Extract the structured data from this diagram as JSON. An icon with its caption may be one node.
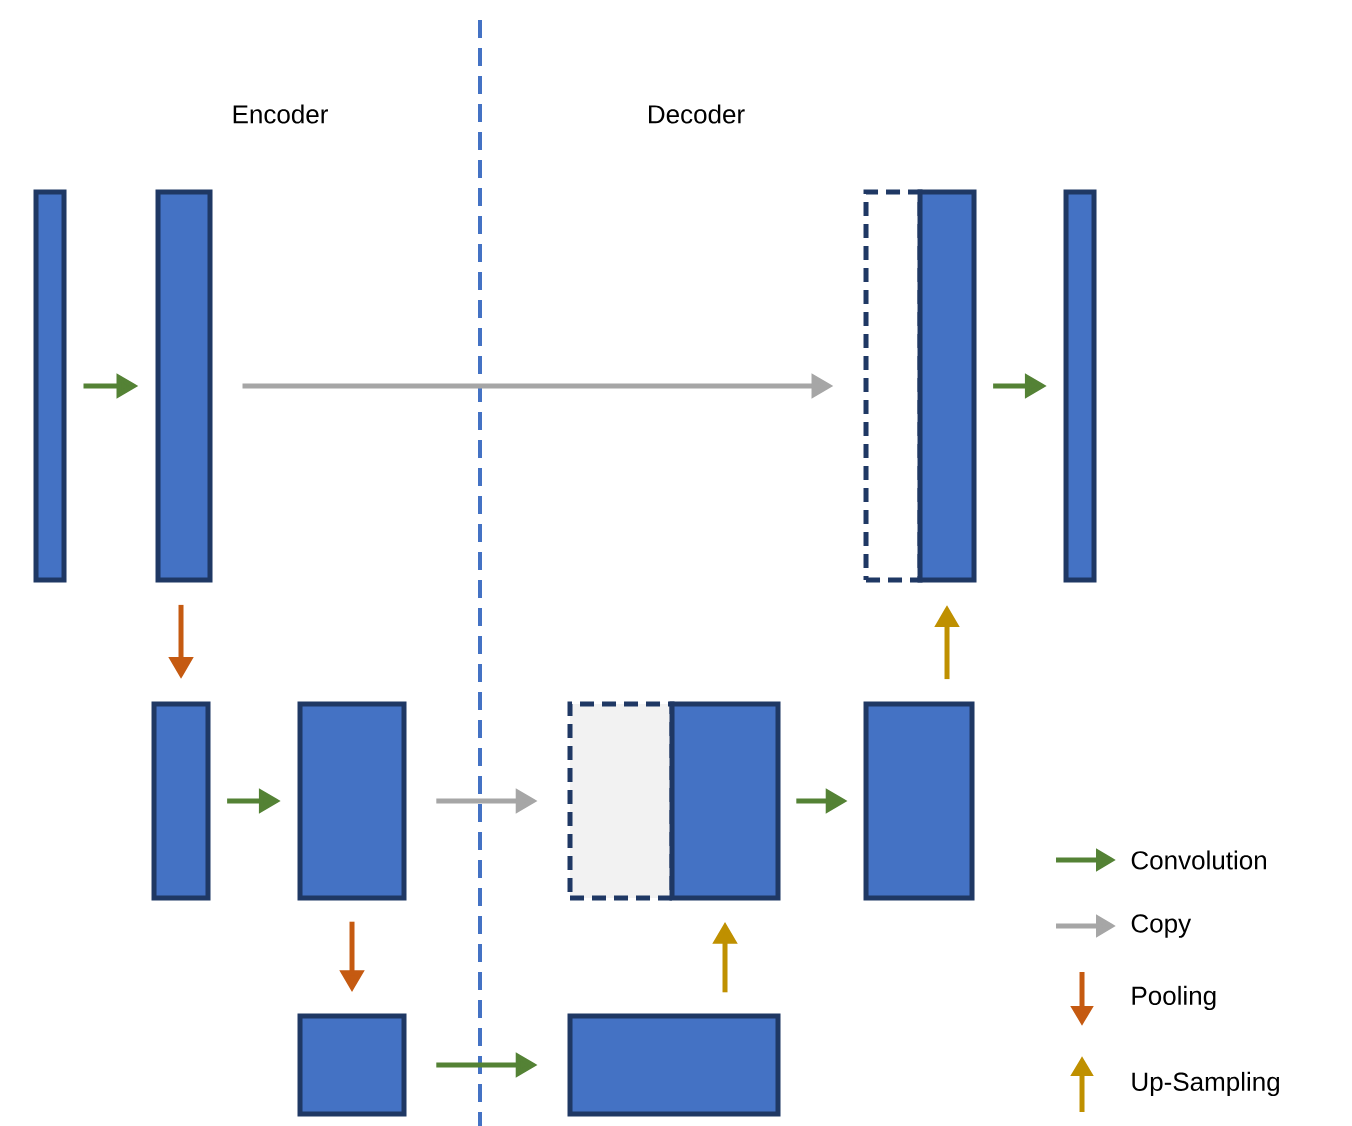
{
  "diagram": {
    "nodes": [
      {
        "text": [],
        "shape": "box"
      },
      {
        "text": [],
        "shape": "box"
      },
      {
        "text": [],
        "shape": "box"
      },
      {
        "text": [],
        "shape": "box"
      },
      {
        "text": [],
        "shape": "box"
      },
      {
        "text": [],
        "shape": "box"
      },
      {
        "text": [],
        "shape": "box"
      },
      {
        "text": [],
        "shape": "box"
      },
      {
        "text": [],
        "shape": "box"
      },
      {
        "text": [],
        "shape": "box"
      },
      {
        "text": [],
        "shape": "box"
      },
      {
        "text": [],
        "shape": "box"
      }
    ],
    "edges": [
      {
        "from": 0,
        "to": 1,
        "arrow": "to"
      },
      {
        "from": 1,
        "to": 2,
        "arrow": "to",
        "color": "#a6a6a6"
      },
      {
        "from": 3,
        "to": 4,
        "arrow": "to"
      },
      {
        "from": 1,
        "to": 5,
        "arrow": "to",
        "color": "#c55a11"
      },
      {
        "from": 5,
        "to": 6,
        "arrow": "to"
      },
      {
        "from": 6,
        "to": 7,
        "arrow": "to",
        "color": "#a6a6a6"
      },
      {
        "from": 8,
        "to": 9,
        "arrow": "to"
      },
      {
        "from": 9,
        "to": 3,
        "arrow": "to",
        "color": "#bf9000"
      },
      {
        "from": 6,
        "to": 10,
        "arrow": "to",
        "color": "#c55a11"
      },
      {
        "from": 10,
        "to": 11,
        "arrow": "to"
      },
      {
        "from": 11,
        "to": 8,
        "arrow": "to",
        "color": "#bf9000"
      }
    ],
    "labels": [
      "Encoder",
      "Decoder"
    ],
    "legend": [
      {
        "text": "Convolution"
      },
      {
        "text": "Copy"
      },
      {
        "text": "Pooling"
      },
      {
        "text": "Up-Sampling"
      }
    ]
  }
}
